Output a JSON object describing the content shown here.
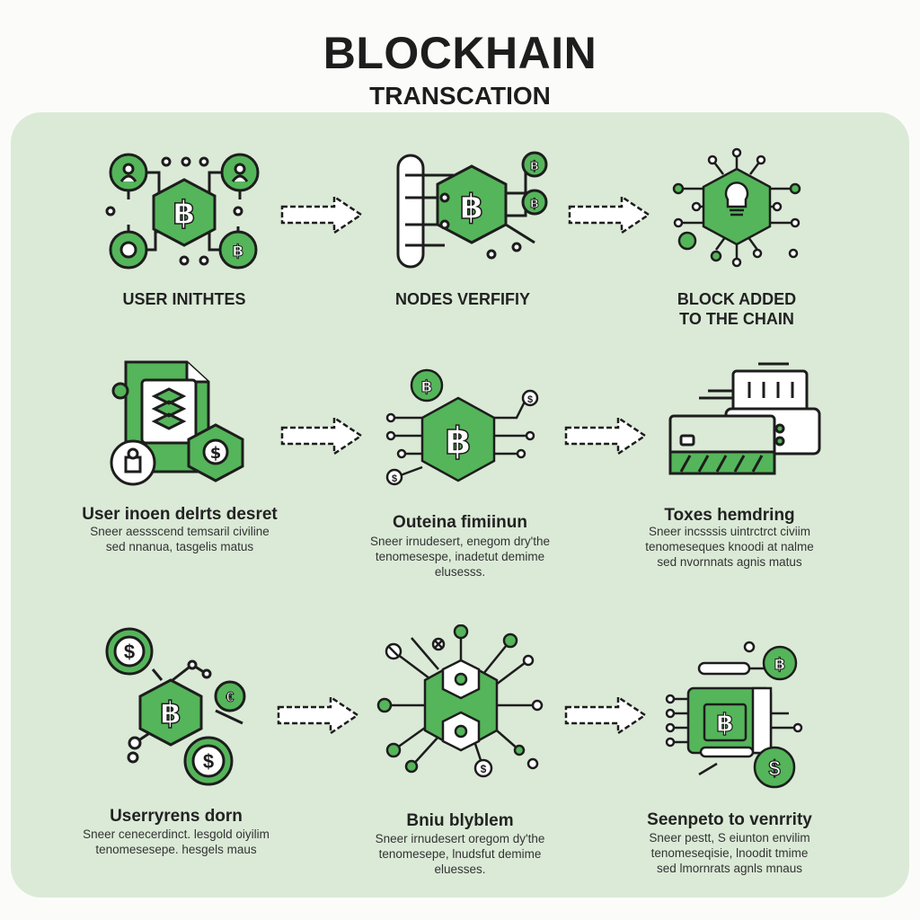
{
  "header": {
    "title": "BLOCKHAIN",
    "subtitle": "TRANSCATION"
  },
  "colors": {
    "accent": "#55b55a",
    "accent_dark": "#2e7d32",
    "panel": "#dbead7",
    "ink": "#1d1d1d"
  },
  "steps": [
    {
      "title": "USER INITHTES",
      "desc": ""
    },
    {
      "title": "NODES VERFIFIY",
      "desc": ""
    },
    {
      "title": "BLOCK ADDED\nTO THE CHAIN",
      "desc": ""
    },
    {
      "title": "User inoen delrts desret",
      "desc": "Sneer aessscend temsaril civiline\nsed nnanua, tasgelis matus"
    },
    {
      "title": "Outeina fimiinun",
      "desc": "Sneer irnudesert, enegom dry'the\ntenomesespe, inadetut demime\nelusesss."
    },
    {
      "title": "Toxes hemdring",
      "desc": "Sneer incsssis uintrctrct civiim\ntenomeseques knoodi at nalme\nsed nvornnats agnis matus"
    },
    {
      "title": "Userryrens dorn",
      "desc": "Sneer cenecerdinct. lesgold oiyilim\ntenomesesepe. hesgels maus"
    },
    {
      "title": "Bniu blyblem",
      "desc": "Sneer irnudesert oregom dy'the\ntenomesepe, lnudsfut demime\neluesses."
    },
    {
      "title": "Seenpeto to venrrity",
      "desc": "Sneer pestt, S eiunton envilim\ntenomeseqisie, lnoodit tmime\nsed lmornrats agnls mnaus"
    }
  ]
}
